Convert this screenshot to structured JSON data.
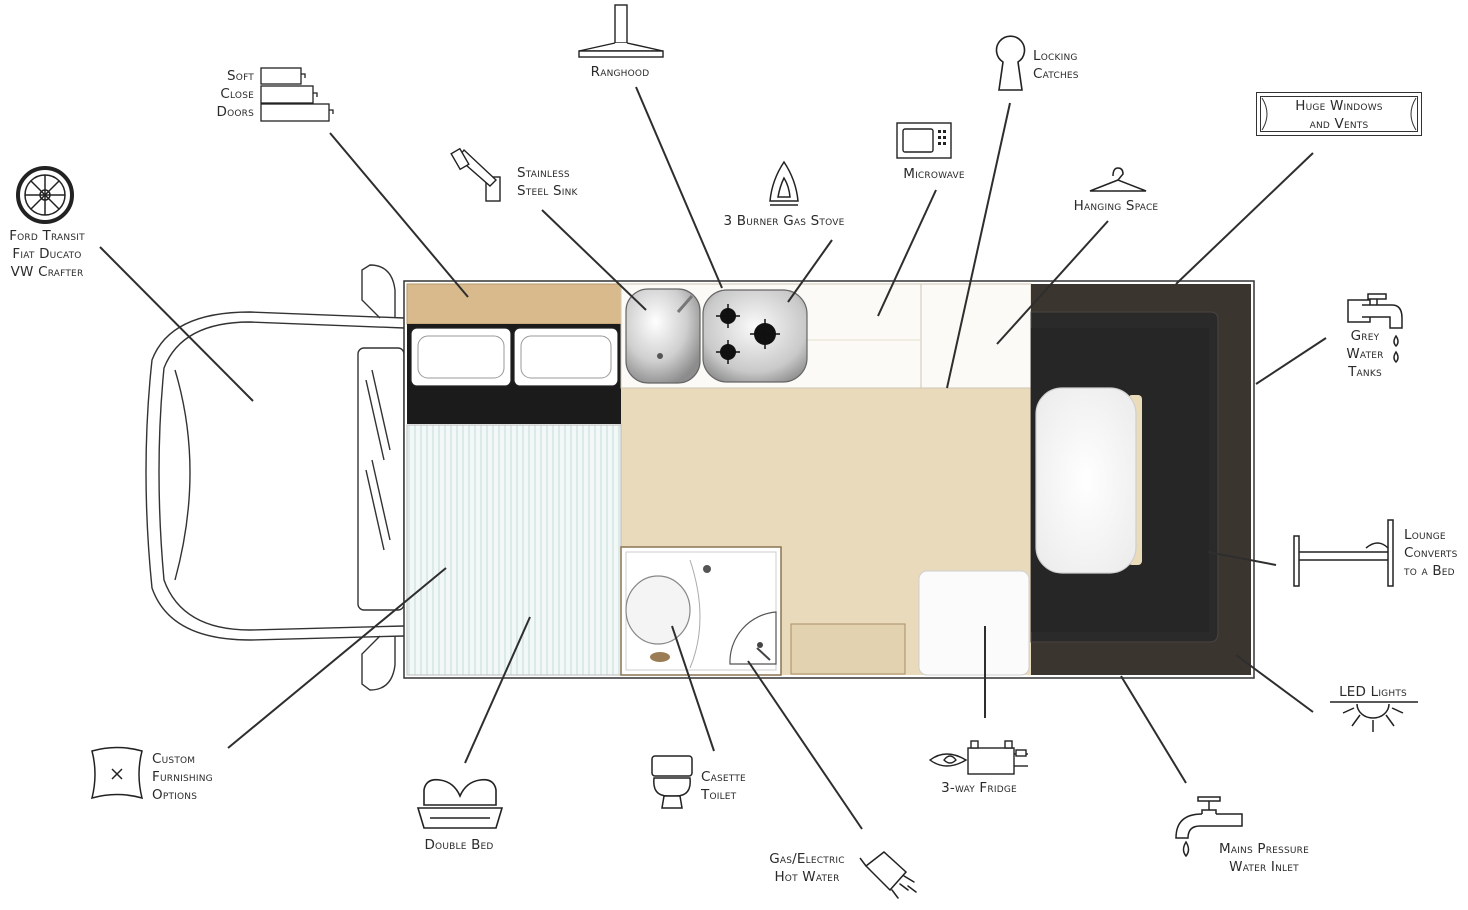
{
  "labels": {
    "soft_close": [
      "Soft",
      "Close",
      "Doors"
    ],
    "ranghood": "Ranghood",
    "locking": [
      "Locking",
      "Catches"
    ],
    "huge_windows": [
      "Huge Windows",
      "and Vents"
    ],
    "vehicles": [
      "Ford Transit",
      "Fiat Ducato",
      "VW Crafter"
    ],
    "sink": [
      "Stainless",
      "Steel Sink"
    ],
    "stove": "3 Burner Gas Stove",
    "microwave": "Microwave",
    "hanging": "Hanging Space",
    "grey_water": [
      "Grey",
      "Water",
      "Tanks"
    ],
    "lounge": [
      "Lounge",
      "Converts",
      "to a Bed"
    ],
    "led": "LED Lights",
    "custom": [
      "Custom",
      "Furnishing",
      "Options"
    ],
    "double_bed": "Double Bed",
    "toilet": [
      "Casette",
      "Toilet"
    ],
    "hot_water": [
      "Gas/Electric",
      "Hot Water"
    ],
    "fridge": "3-way Fridge",
    "mains": [
      "Mains Pressure",
      "Water Inlet"
    ]
  },
  "colors": {
    "floor": "#e8d9b8",
    "cabinet": "#d6b88a",
    "lounge_dark": "#2b2b2b",
    "lounge_frame": "#3a342e",
    "line": "#2e2e2e",
    "bed": "#eef5f4"
  },
  "icons": [
    "wheel-icon",
    "drawers-icon",
    "rangehood-icon",
    "keyhole-icon",
    "window-icon",
    "tap-icon",
    "flame-icon",
    "microwave-icon",
    "hanger-icon",
    "grey-water-tap-icon",
    "bed-frame-icon",
    "led-light-icon",
    "cushion-icon",
    "double-bed-icon",
    "toilet-icon",
    "shower-head-icon",
    "fridge-icon",
    "mains-tap-icon"
  ]
}
